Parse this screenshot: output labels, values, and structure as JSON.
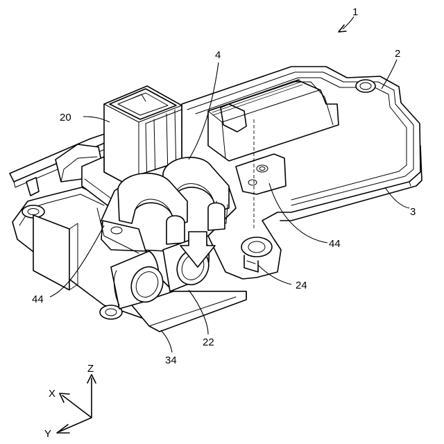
{
  "labels": {
    "assembly": "1",
    "cover": "2",
    "case": "3",
    "holder": "4",
    "connector": "20",
    "hole_right": "44",
    "hole_left": "44",
    "port": "22",
    "mount": "24",
    "bracket": "34"
  },
  "axes": {
    "z": "Z",
    "x": "X",
    "y": "Y"
  }
}
